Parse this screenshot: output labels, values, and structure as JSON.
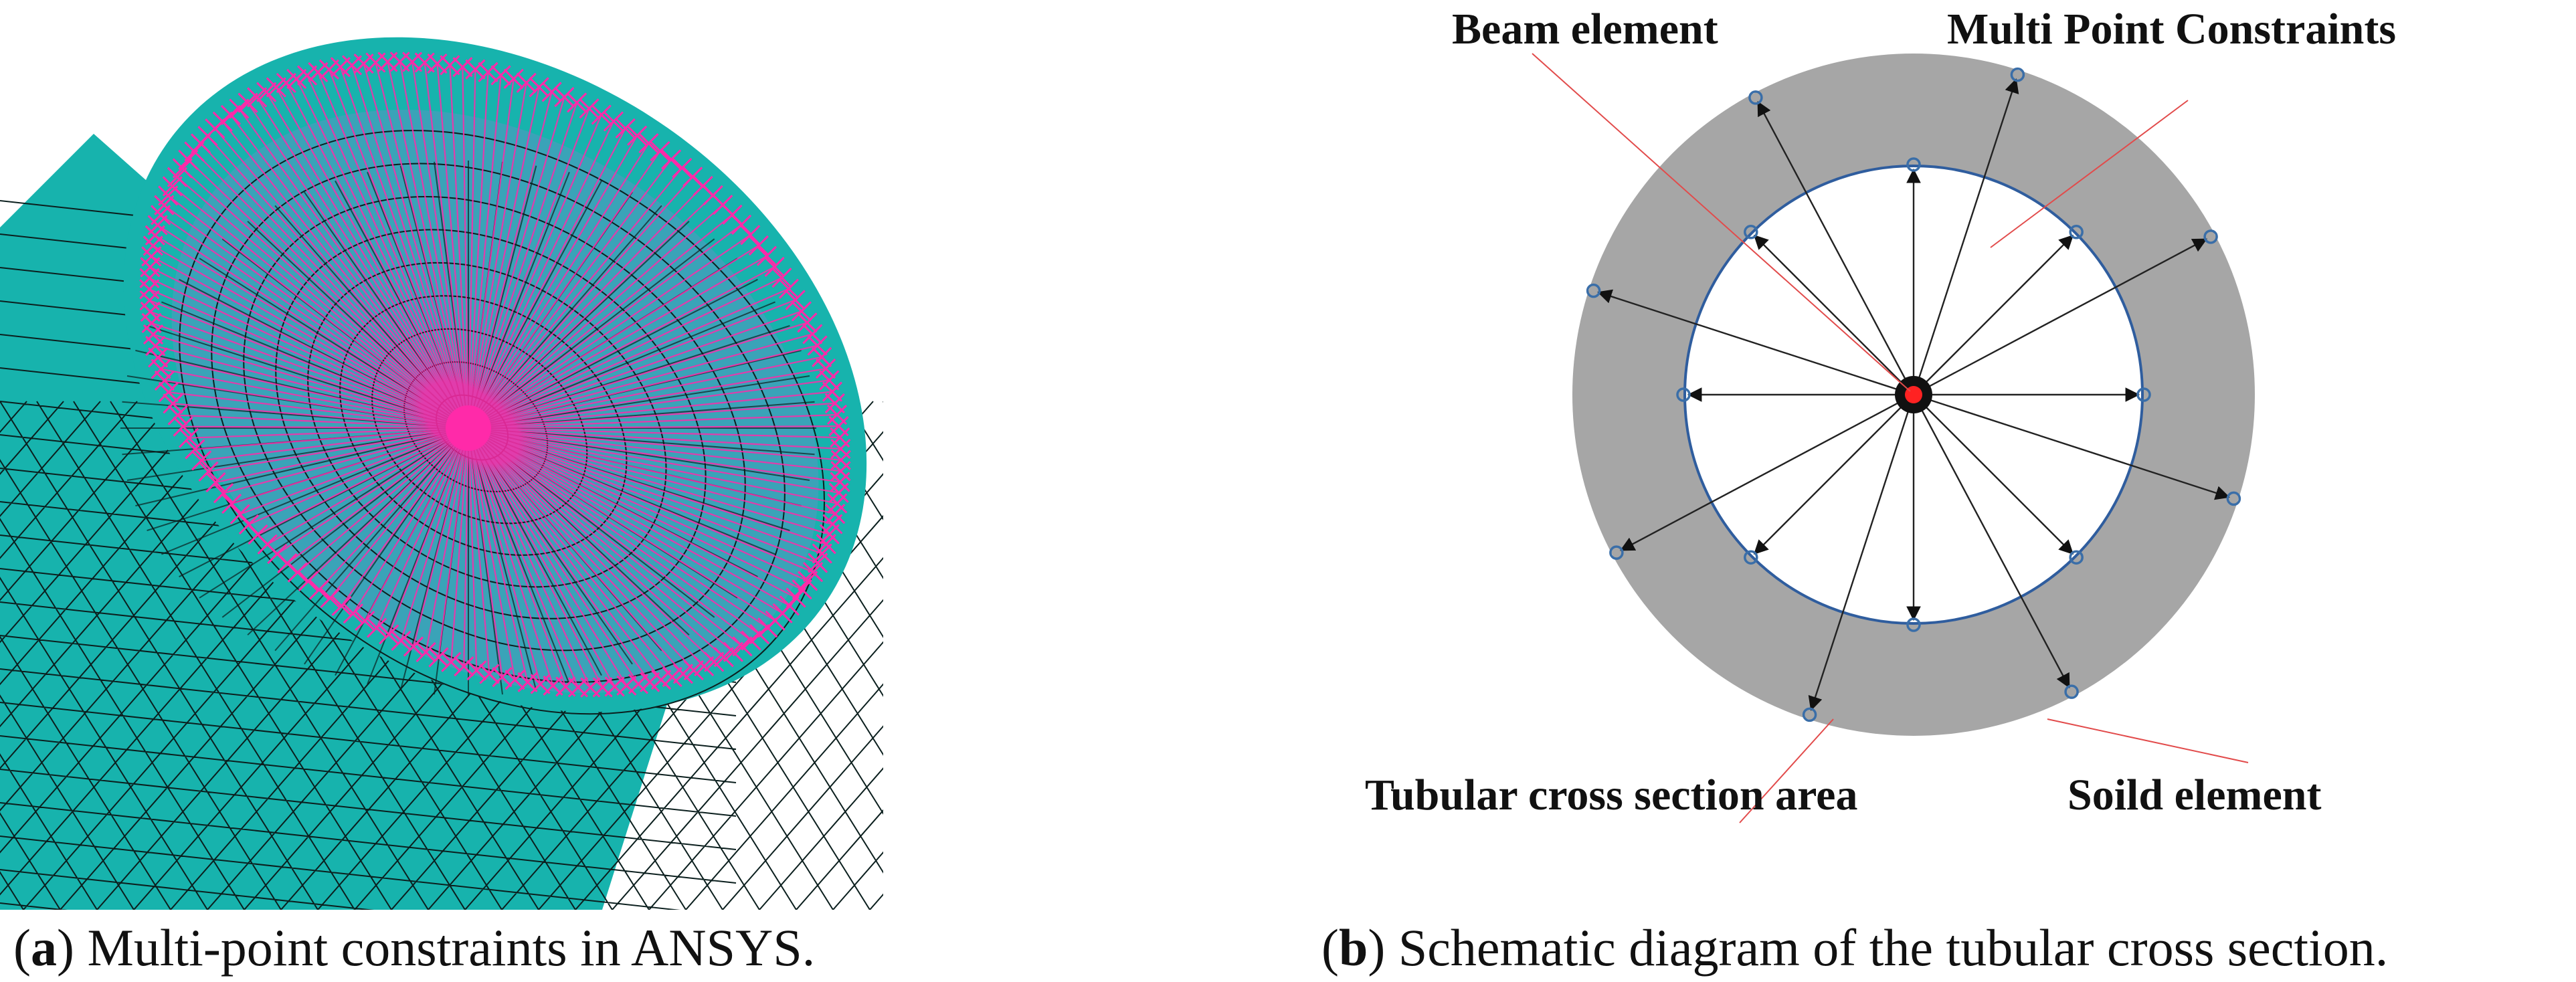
{
  "panel_a": {
    "caption_letter": "a",
    "caption_text": "Multi-point constraints in ANSYS."
  },
  "panel_b": {
    "caption_letter": "b",
    "caption_text": "Schematic diagram of the tubular cross section.",
    "labels": {
      "beam_element": "Beam element",
      "multi_point_constraints": "Multi Point Constraints",
      "tubular_cross_section_area": "Tubular cross section area",
      "solid_element": "Soild element"
    }
  },
  "colors": {
    "mesh_fill": "#17b3ad",
    "mesh_line": "#0b1f1e",
    "mpc_magenta": "#ff2aa9",
    "ring_gray": "#a6a6a6",
    "inner_circle": "#2f5d9e",
    "node_blue": "#3a6ea8",
    "leader_red": "#e24b4b",
    "center_red": "#ff2222"
  }
}
